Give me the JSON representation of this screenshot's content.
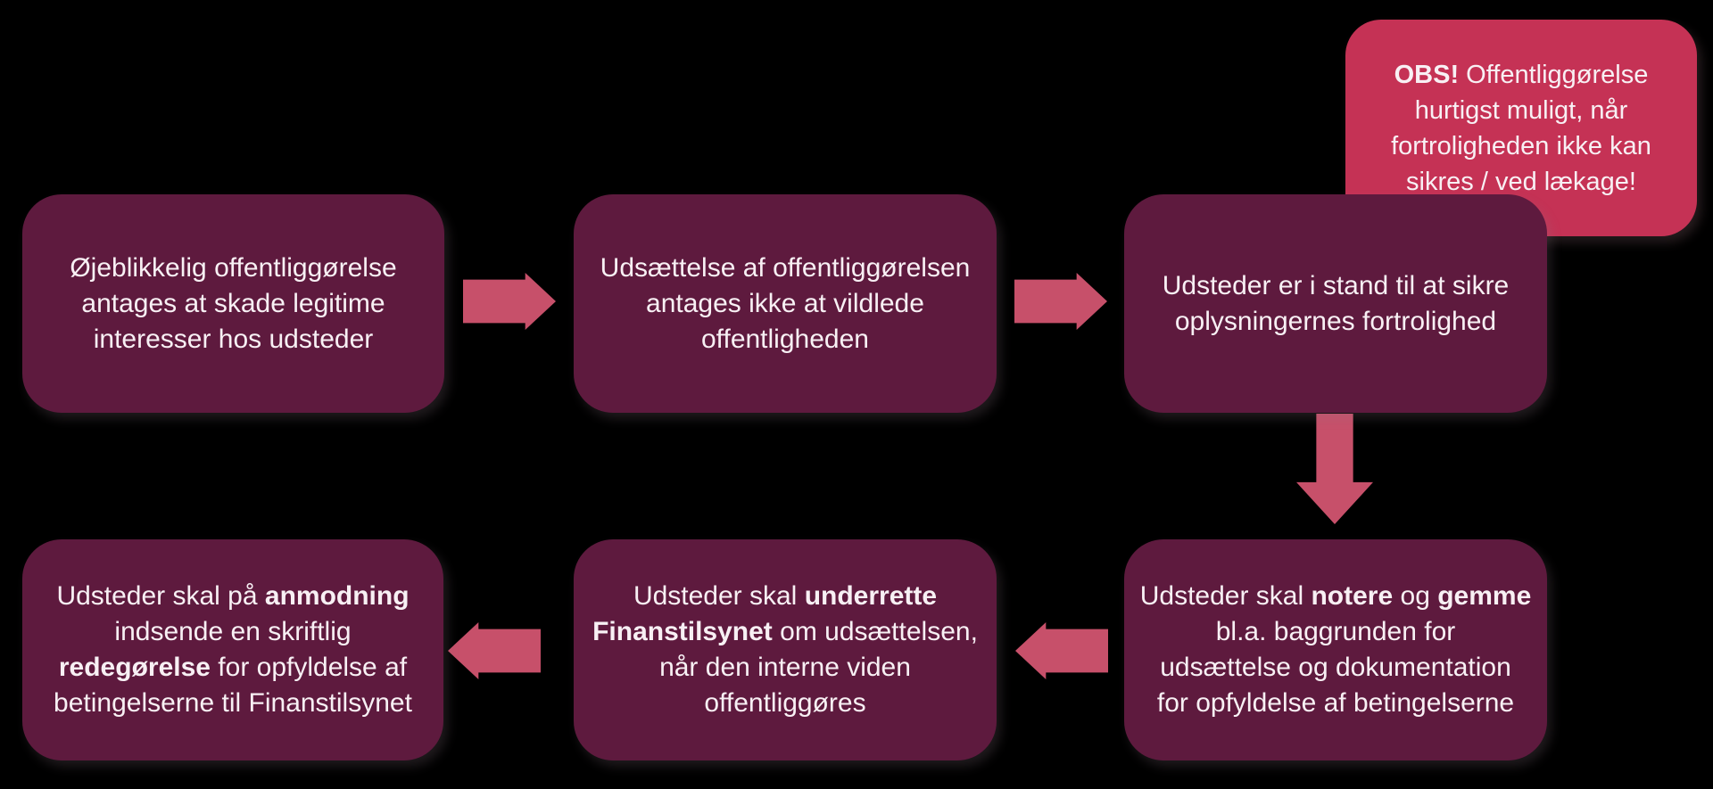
{
  "colors": {
    "background": "#000000",
    "box": "#5E1A3E",
    "callout": "#C53255",
    "arrow": "#C7506A",
    "text": "#F8F0F4"
  },
  "steps": [
    {
      "id": 1,
      "segments": [
        {
          "text": "Øjeblikkelig offentliggørelse\nantages at skade legitime\ninteresser hos udsteder",
          "bold": false
        }
      ]
    },
    {
      "id": 2,
      "segments": [
        {
          "text": "Udsættelse af offentliggørelsen\nantages ikke at vildlede\noffentligheden",
          "bold": false
        }
      ]
    },
    {
      "id": 3,
      "segments": [
        {
          "text": "Udsteder er i stand til at sikre\noplysningernes fortrolighed",
          "bold": false
        }
      ]
    },
    {
      "id": 4,
      "segments": [
        {
          "text": "Udsteder skal ",
          "bold": false
        },
        {
          "text": "notere",
          "bold": true
        },
        {
          "text": " og ",
          "bold": false
        },
        {
          "text": "gemme",
          "bold": true
        },
        {
          "text": "\nbl.a. baggrunden for\nudsættelse og dokumentation\nfor opfyldelse af betingelserne",
          "bold": false
        }
      ]
    },
    {
      "id": 5,
      "segments": [
        {
          "text": "Udsteder skal ",
          "bold": false
        },
        {
          "text": "underrette\nFinanstilsynet",
          "bold": true
        },
        {
          "text": " om udsættelsen,\nnår den interne viden\noffentliggøres",
          "bold": false
        }
      ]
    },
    {
      "id": 6,
      "segments": [
        {
          "text": "Udsteder skal på ",
          "bold": false
        },
        {
          "text": "anmodning",
          "bold": true
        },
        {
          "text": "\nindsende en skriftlig\n",
          "bold": false
        },
        {
          "text": "redegørelse",
          "bold": true
        },
        {
          "text": " for opfyldelse af\nbetingelserne til Finanstilsynet",
          "bold": false
        }
      ]
    }
  ],
  "callout": {
    "segments": [
      {
        "text": "OBS!",
        "bold": true
      },
      {
        "text": " Offentliggørelse\nhurtigst muligt, når\nfortroligheden ikke kan\nsikres / ved lækage!",
        "bold": false
      }
    ]
  },
  "arrows": [
    {
      "from": 1,
      "to": 2,
      "direction": "right"
    },
    {
      "from": 2,
      "to": 3,
      "direction": "right"
    },
    {
      "from": 3,
      "to": 4,
      "direction": "down"
    },
    {
      "from": 4,
      "to": 5,
      "direction": "left"
    },
    {
      "from": 5,
      "to": 6,
      "direction": "left"
    }
  ]
}
